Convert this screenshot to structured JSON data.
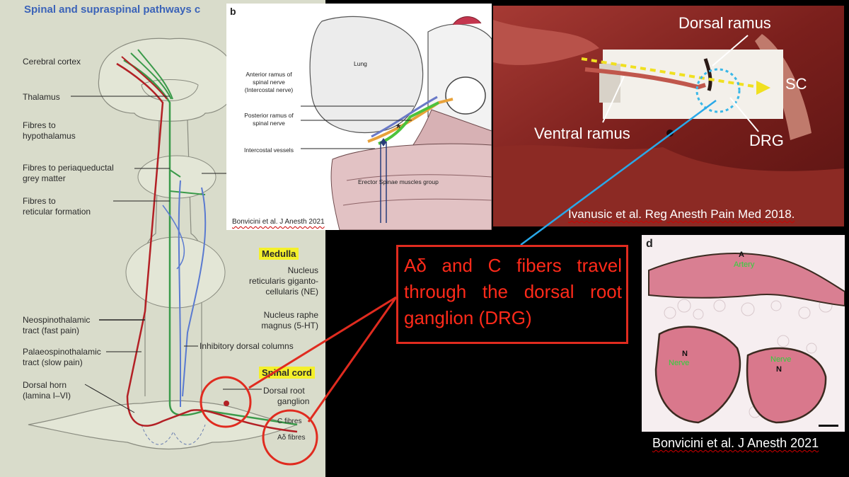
{
  "left_diagram": {
    "title": "Spinal and supraspinal pathways c",
    "labels": {
      "cerebral_cortex": "Cerebral cortex",
      "thalamus": "Thalamus",
      "fibres_hypothalamus_1": "Fibres to",
      "fibres_hypothalamus_2": "hypothalamus",
      "fibres_paq_1": "Fibres to periaqueductal",
      "fibres_paq_2": "grey matter",
      "fibres_reticular_1": "Fibres to",
      "fibres_reticular_2": "reticular formation",
      "medulla": "Medulla",
      "nucleus_1": "Nucleus",
      "nucleus_2": "reticularis giganto-",
      "nucleus_3": "cellularis (NE)",
      "raphe_1": "Nucleus raphe",
      "raphe_2": "magnus (5-HT)",
      "neo_1": "Neospinothalamic",
      "neo_2": "tract (fast pain)",
      "palaeo_1": "Palaeospinothalamic",
      "palaeo_2": "tract (slow pain)",
      "inhibitory": "Inhibitory dorsal columns",
      "spinal_cord": "Spinal cord",
      "dorsal_horn_1": "Dorsal horn",
      "dorsal_horn_2": "(lamina I–VI)",
      "drg_1": "Dorsal root",
      "drg_2": "ganglion",
      "c_fibres": "C fibres",
      "ad_fibres": "Aδ fibres"
    }
  },
  "panel_b": {
    "letter": "b",
    "labels": {
      "lung": "Lung",
      "anterior_1": "Anterior ramus of",
      "anterior_2": "spinal nerve",
      "anterior_3": "(Intercostal nerve)",
      "posterior_1": "Posterior ramus of",
      "posterior_2": "spinal nerve",
      "vessels": "Intercostal vessels",
      "erector": "Erector Spinae muscles group",
      "asterisk": "*"
    },
    "citation": "Bonvicini et al. J Anesth 2021"
  },
  "photo_panel": {
    "labels": {
      "dorsal_ramus": "Dorsal ramus",
      "sc": "SC",
      "ventral_ramus": "Ventral ramus",
      "drg": "DRG"
    },
    "citation": "Ivanusic et al. Reg Anesth Pain Med 2018."
  },
  "callout": {
    "text": "Aδ and C fibers travel through the dorsal root ganglion (DRG)"
  },
  "panel_d": {
    "letter": "d",
    "labels": {
      "a": "A",
      "artery": "Artery",
      "n_left": "N",
      "nerve_left": "Nerve",
      "nerve_right": "Nerve",
      "n_right": "N"
    }
  },
  "bottom_citation": "Bonvicini et al. J Anesth 2021",
  "colors": {
    "callout_red": "#ff2a1a",
    "title_blue": "#3b63b8",
    "pathway_green": "#3a9a4a",
    "pathway_red": "#b32025",
    "pathway_blue": "#5a7ad0",
    "yellow_tag": "#f4f02a"
  }
}
